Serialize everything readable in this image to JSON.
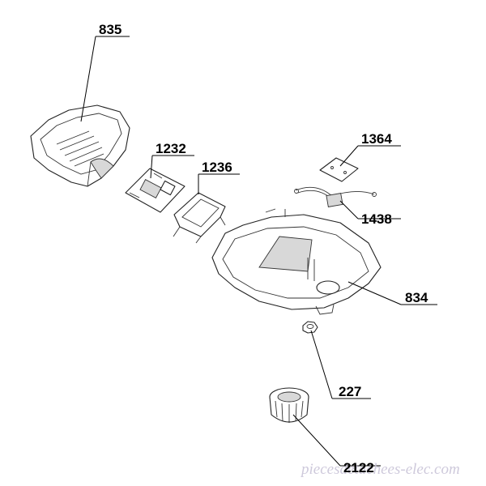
{
  "diagram": {
    "labels": {
      "p835": "835",
      "p1232": "1232",
      "p1236": "1236",
      "p1364": "1364",
      "p1438": "1438",
      "p834": "834",
      "p227": "227",
      "p2122": "2122"
    },
    "watermark": "piecesdetachees-elec.com"
  }
}
